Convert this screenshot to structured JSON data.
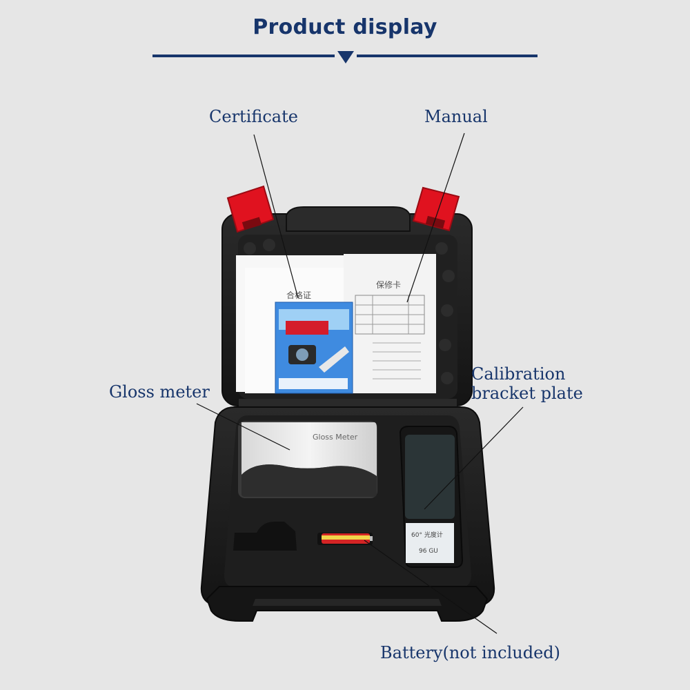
{
  "header": {
    "title": "Product display"
  },
  "callouts": {
    "certificate": "Certificate",
    "manual": "Manual",
    "gloss_meter": "Gloss meter",
    "calibration_line1": "Calibration",
    "calibration_line2": "bracket plate",
    "battery": "Battery(not included)"
  },
  "photo": {
    "certificate_sheet_title": "合格证",
    "manual_sheet_title": "保修卡",
    "device_label": "Gloss Meter",
    "calibration_tile_line1": "60° 光度计",
    "calibration_tile_line2": "96 GU"
  },
  "colors": {
    "accent": "#17356b",
    "case": "#1c1c1c",
    "latch": "#e0121f",
    "background": "#e6e6e6"
  }
}
